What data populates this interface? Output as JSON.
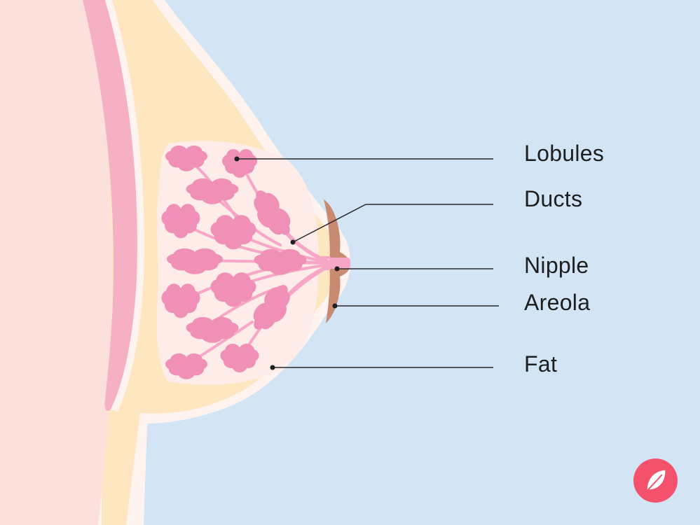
{
  "labels": {
    "lobules": "Lobules",
    "ducts": "Ducts",
    "nipple": "Nipple",
    "areola": "Areola",
    "fat": "Fat"
  },
  "colors": {
    "background": "#d3e5f5",
    "skin": "#fbe0dc",
    "muscle": "#f6b0c4",
    "fat": "#fde6c0",
    "gland_tissue": "#fdece8",
    "lobules": "#f090b6",
    "areola": "#c98a72",
    "nipple": "#f7a6c8",
    "logo": "#f3516c"
  },
  "logo": {
    "icon": "feather-icon"
  }
}
